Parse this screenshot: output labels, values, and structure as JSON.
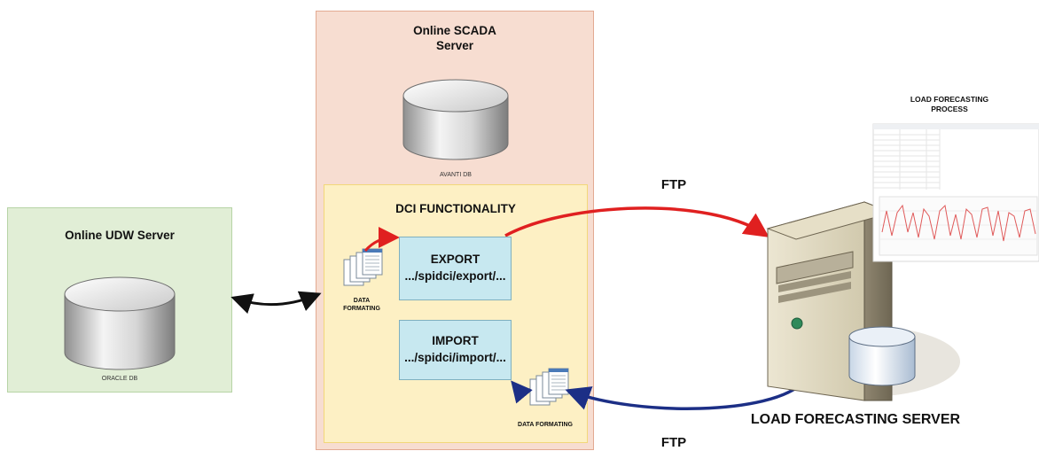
{
  "udw": {
    "title": "Online UDW Server",
    "db_label": "ORACLE DB"
  },
  "scada": {
    "title": "Online SCADA Server",
    "db_label": "AVANTI DB"
  },
  "dci": {
    "title": "DCI FUNCTIONALITY",
    "export": {
      "title": "EXPORT",
      "path": ".../spidci/export/..."
    },
    "import": {
      "title": "IMPORT",
      "path": ".../spidci/import/..."
    },
    "formatting_top": "DATA FORMATING",
    "formatting_bottom": "DATA FORMATING"
  },
  "ftp_top": "FTP",
  "ftp_bottom": "FTP",
  "server": {
    "title": "LOAD FORECASTING SERVER"
  },
  "process": {
    "title": "LOAD FORECASTING PROCESS"
  },
  "colors": {
    "export_arrow": "#e02020",
    "import_arrow": "#1c2f86",
    "link_arrow": "#111111"
  }
}
